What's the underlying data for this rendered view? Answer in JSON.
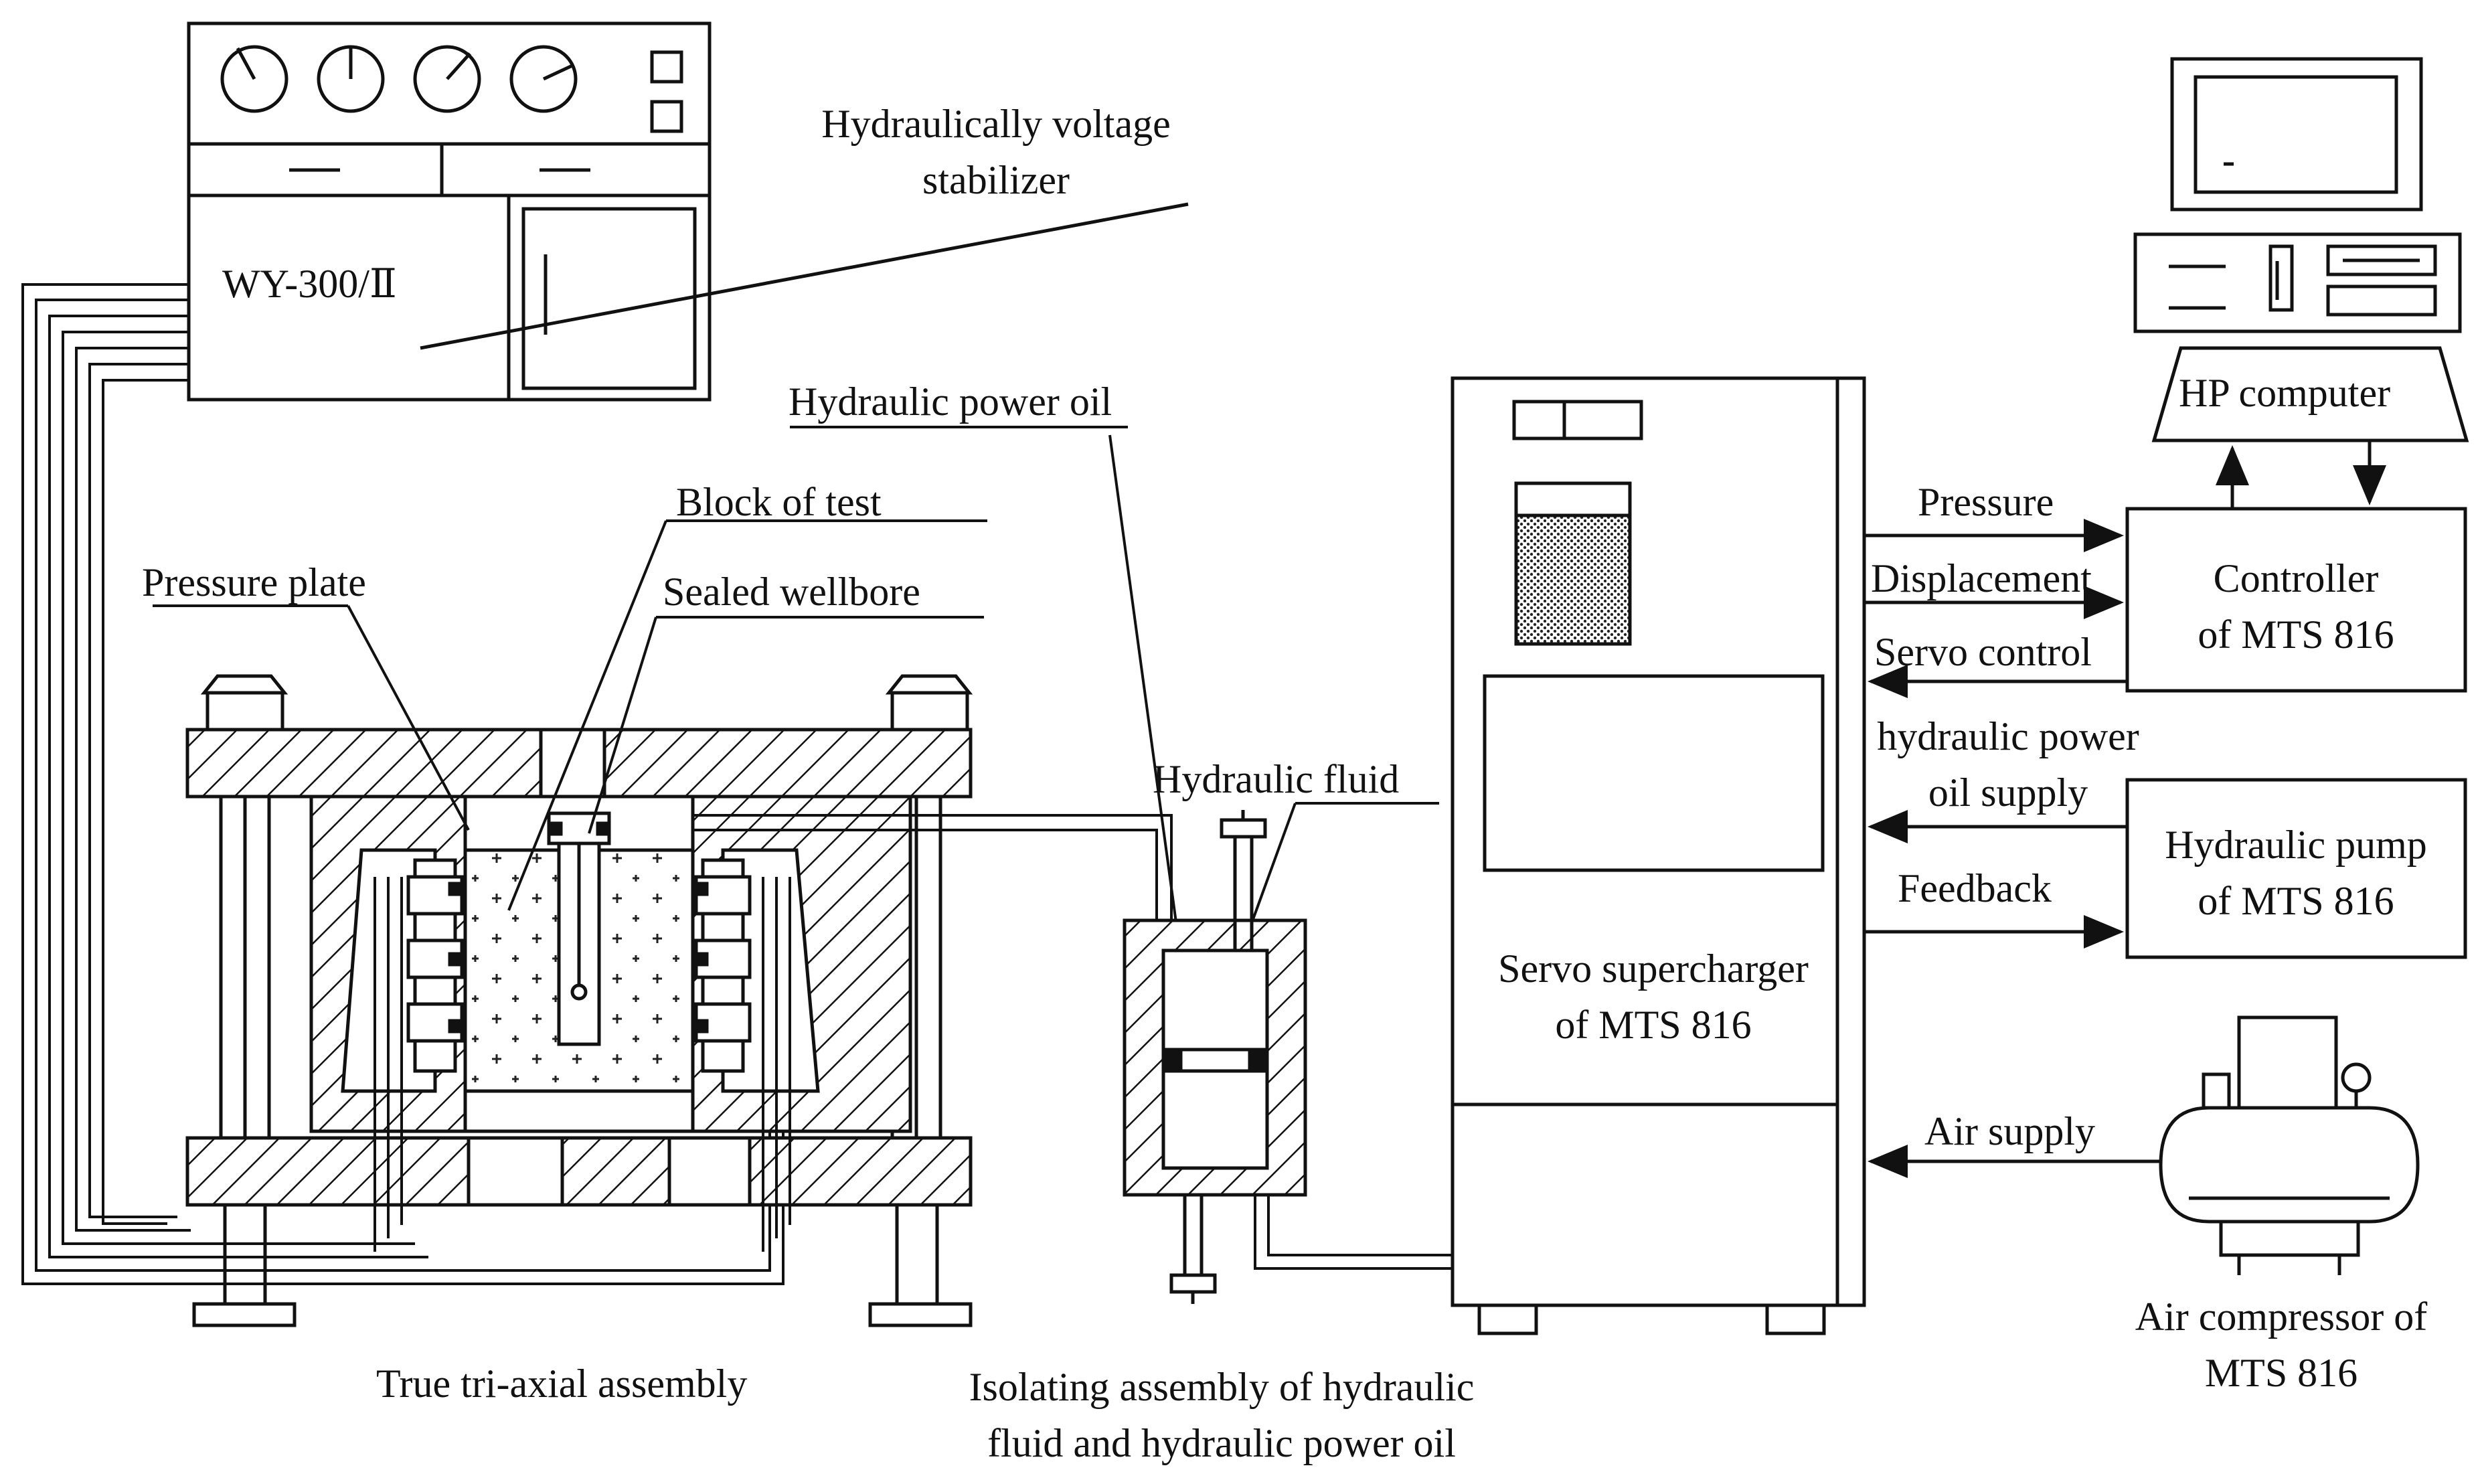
{
  "labels": {
    "stabilizer_model": "WY-300/Ⅱ",
    "stabilizer_line1": "Hydraulically voltage",
    "stabilizer_line2": "stabilizer",
    "hydraulic_power_oil": "Hydraulic power oil",
    "block_of_test": "Block of test",
    "pressure_plate": "Pressure plate",
    "sealed_wellbore": "Sealed wellbore",
    "hydraulic_fluid": "Hydraulic fluid",
    "hp_computer": "HP computer",
    "pressure": "Pressure",
    "displacement": "Displacement",
    "servo_control": "Servo control",
    "oil_supply_line1": "hydraulic power",
    "oil_supply_line2": "oil supply",
    "feedback": "Feedback",
    "air_supply": "Air supply",
    "controller_line1": "Controller",
    "controller_line2": "of MTS 816",
    "pump_line1": "Hydraulic pump",
    "pump_line2": "of MTS 816",
    "servo_line1": "Servo supercharger",
    "servo_line2": "of MTS 816",
    "compressor_line1": "Air compressor of",
    "compressor_line2": "MTS 816",
    "triaxial": "True tri-axial assembly",
    "isolating_line1": "Isolating assembly of hydraulic",
    "isolating_line2": "fluid and hydraulic power oil"
  },
  "colors": {
    "ink": "#111111",
    "background": "#ffffff"
  }
}
